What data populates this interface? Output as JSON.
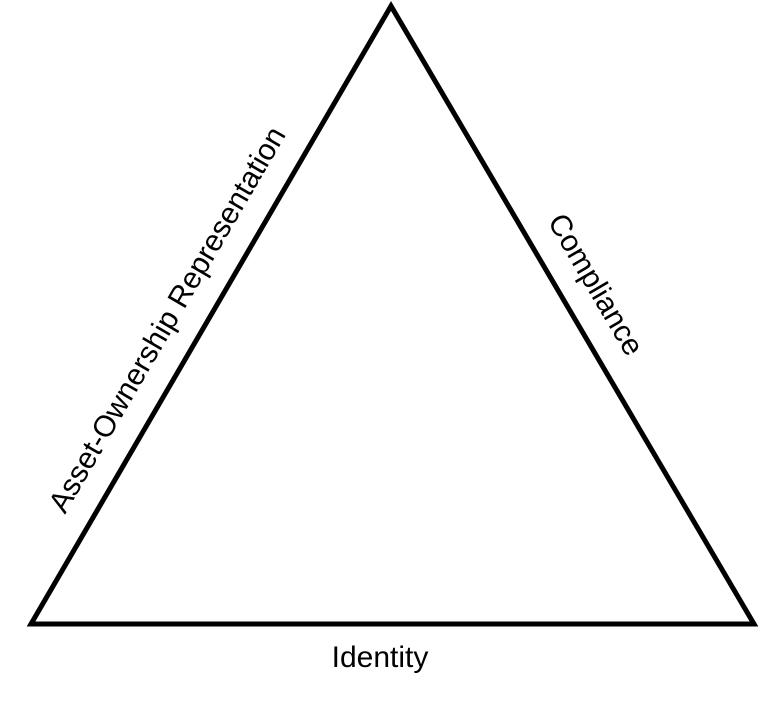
{
  "diagram": {
    "title": "Triangle of asset properties",
    "edges": {
      "left": "Asset-Ownership Representation",
      "right": "Compliance",
      "bottom": "Identity"
    },
    "stroke_color": "#000000",
    "background": "#ffffff"
  }
}
